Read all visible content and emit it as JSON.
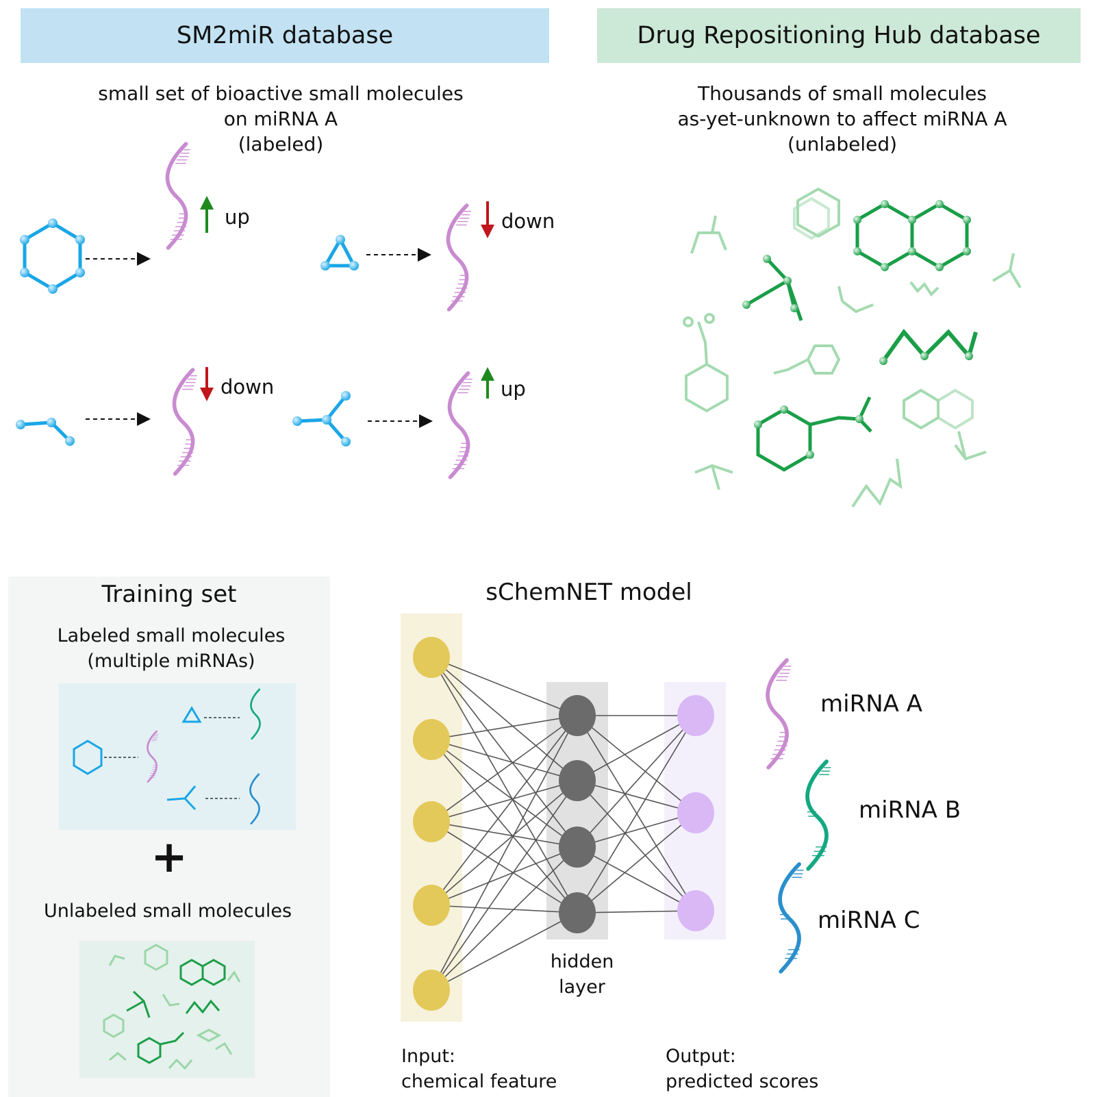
{
  "top_left": {
    "banner": "SM2miR database",
    "description": "small set of bioactive small molecules\non miRNA A\n(labeled)",
    "effects": [
      {
        "label": "up",
        "direction": "up"
      },
      {
        "label": "down",
        "direction": "down"
      },
      {
        "label": "down",
        "direction": "down"
      },
      {
        "label": "up",
        "direction": "up"
      }
    ]
  },
  "top_right": {
    "banner": "Drug Repositioning Hub database",
    "description": "Thousands of small molecules\nas-yet-unknown to affect miRNA A\n(unlabeled)"
  },
  "training": {
    "title": "Training set",
    "labeled_heading": "Labeled small molecules\n(multiple miRNAs)",
    "plus": "+",
    "unlabeled_heading": "Unlabeled small molecules"
  },
  "model": {
    "title": "sChemNET model",
    "hidden_label": "hidden\nlayer",
    "input_label": "Input:\nchemical feature",
    "output_label": "Output:\npredicted scores",
    "outputs": [
      {
        "label": "miRNA A",
        "color": "#c98bd0"
      },
      {
        "label": "miRNA B",
        "color": "#14a882"
      },
      {
        "label": "miRNA C",
        "color": "#2b8fcc"
      }
    ]
  },
  "colors": {
    "banner_left": "#c2e2f3",
    "banner_right": "#cce8d6",
    "molecule_blue": "#1aa6e6",
    "molecule_green": "#1a9e48",
    "molecule_light_green": "#9bd6a8",
    "mirna_pink": "#c98bd0",
    "arrow_up": "#1e8a1e",
    "arrow_down": "#c0161c",
    "input_node": "#e3c95a",
    "hidden_node": "#6b6b6b",
    "output_node": "#d9b8f5"
  }
}
